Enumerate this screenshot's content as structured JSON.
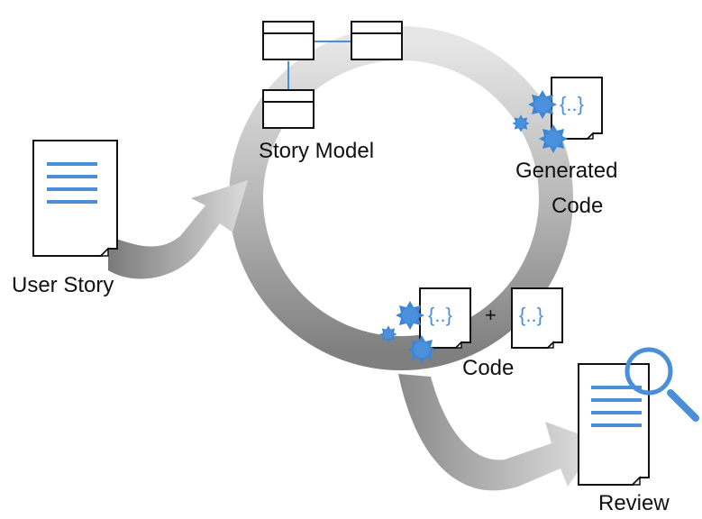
{
  "labels": {
    "story_model": "Story Model",
    "generated_code_line1": "Generated",
    "generated_code_line2": "Code",
    "user_story": "User Story",
    "code": "Code",
    "review": "Review",
    "code_glyph": "{..}",
    "plus": "+"
  },
  "colors": {
    "accent_blue": "#4a8fd8",
    "gear_blue": "#3d86d6",
    "cycle_gray_light": "#dcdcdc",
    "cycle_gray_dark": "#8a8a8a",
    "stroke": "#111111"
  },
  "icons": [
    "document-icon",
    "gear-icon",
    "magnifier-icon",
    "class-box-icon"
  ]
}
